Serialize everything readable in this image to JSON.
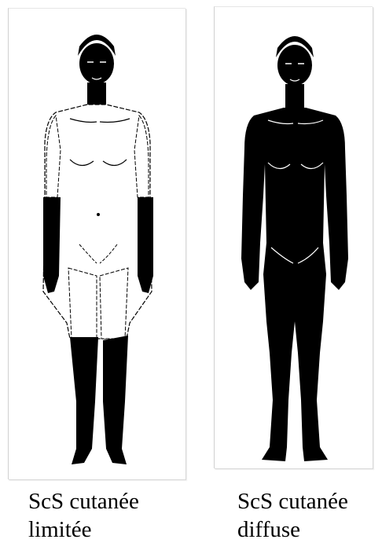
{
  "figures": [
    {
      "id": "left",
      "caption_line1": "ScS cutanée",
      "caption_line2": "limitée",
      "involved_color": "#000000",
      "uninvolved_color": "#ffffff"
    },
    {
      "id": "right",
      "caption_line1": "ScS cutanée",
      "caption_line2": "diffuse",
      "involved_color": "#000000",
      "uninvolved_color": "#ffffff"
    }
  ]
}
